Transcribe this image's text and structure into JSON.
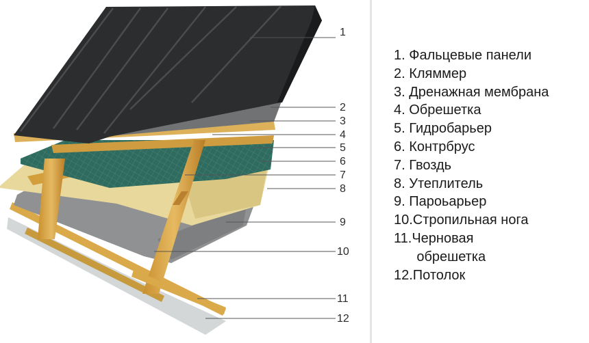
{
  "callouts": [
    "1",
    "2",
    "3",
    "4",
    "5",
    "6",
    "7",
    "8",
    "9",
    "10",
    "11",
    "12"
  ],
  "legend": [
    "1. Фальцевые панели",
    "2. Кляммер",
    "3. Дренажная мембрана",
    "4. Обрешетка",
    "5. Гидробарьер",
    "6. Контрбрус",
    "7. Гвоздь",
    "8. Утеплитель",
    "9. Пароьарьер",
    "10.Стропильная нога",
    "11.Черновая\n      обрешетка",
    "12.Потолок"
  ],
  "colors": {
    "metal": "#2b2d2e",
    "membrane": "#6f7173",
    "wood": "#d9a94a",
    "hydrobarrier": "#2f6b5e",
    "insulation": "#e6d69a",
    "vapor_barrier": "#8a8c8e",
    "ceiling": "#cfd2d3"
  }
}
